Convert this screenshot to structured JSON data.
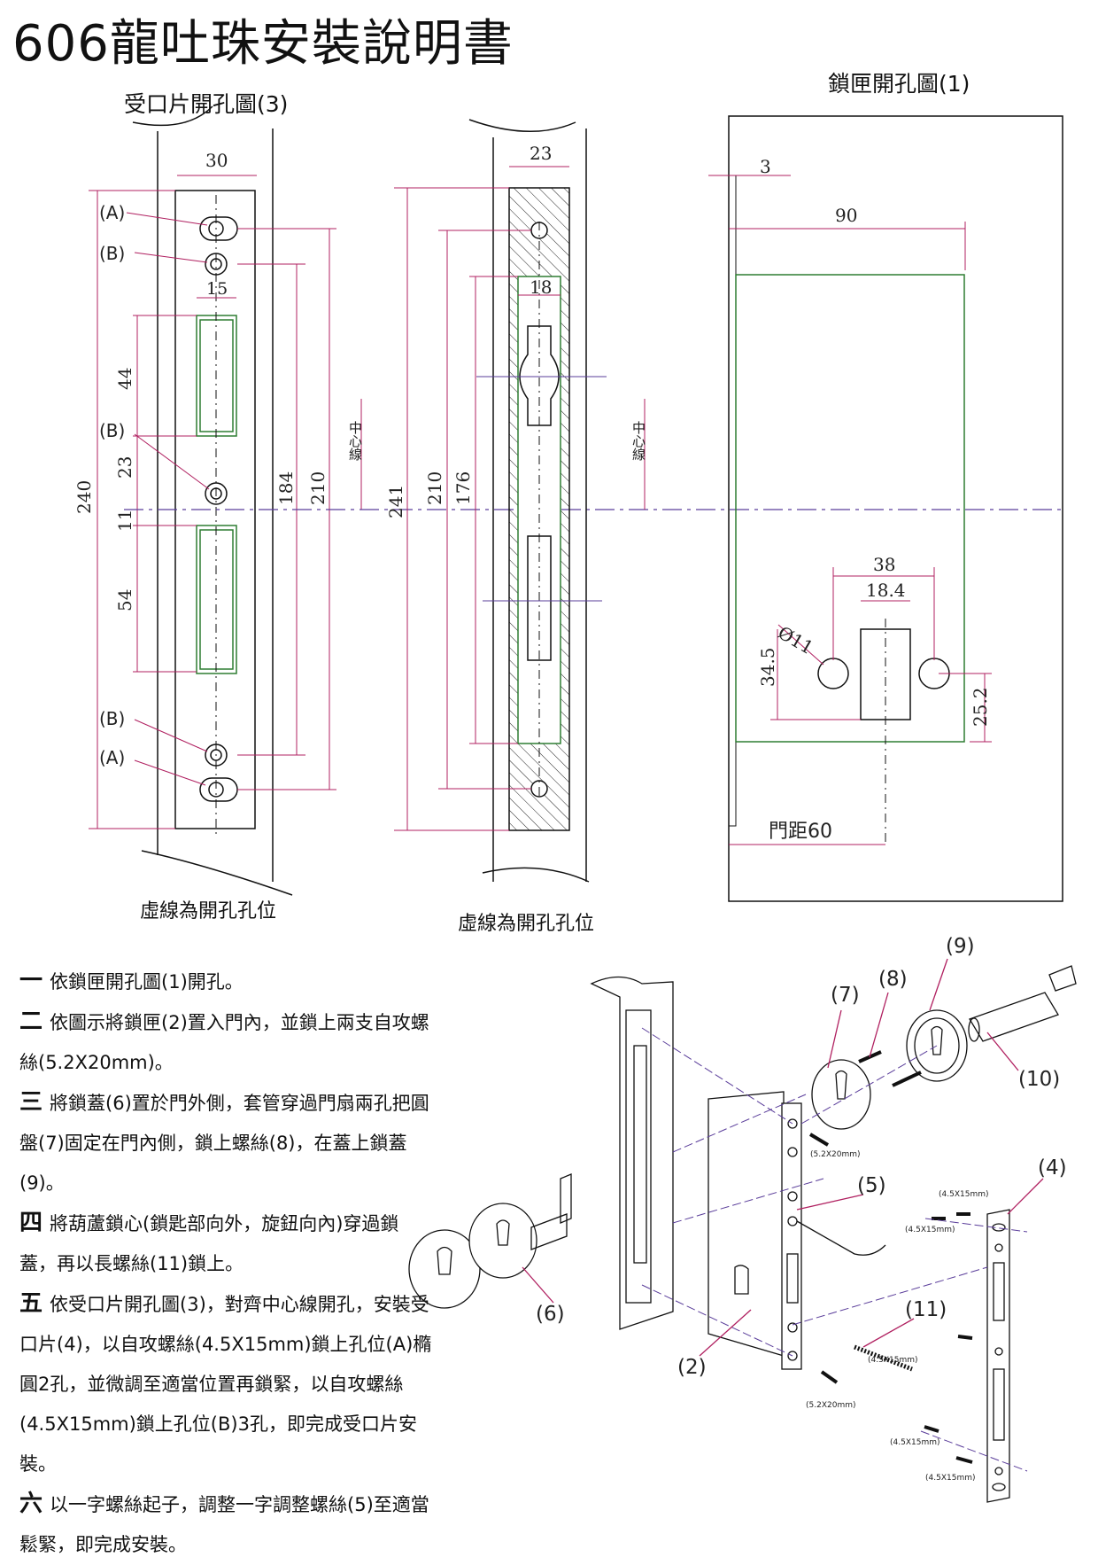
{
  "title": "606龍吐珠安裝說明書",
  "drawings": {
    "strike_plate_title": "受口片開孔圖(3)",
    "mortise_title": "鎖匣開孔圖(1)",
    "caption_left": "虛線為開孔孔位",
    "caption_mid": "虛線為開孔孔位",
    "center_line": "中心線",
    "backset_label": "門距60",
    "hole_labels": [
      "(A)",
      "(B)",
      "(B)",
      "(B)",
      "(A)"
    ],
    "dims_left": [
      "30",
      "15",
      "44",
      "23",
      "11",
      "54",
      "240",
      "184",
      "210"
    ],
    "dims_mid": [
      "23",
      "18",
      "241",
      "210",
      "176"
    ],
    "dims_right": [
      "3",
      "90",
      "38",
      "18.4",
      "Ø11",
      "34.5",
      "25.2"
    ]
  },
  "exploded": {
    "callouts": [
      "(9)",
      "(8)",
      "(7)",
      "(10)",
      "(4)",
      "(5)",
      "(11)",
      "(6)",
      "(2)"
    ],
    "screws": [
      "(5.2X20mm)",
      "(4.5X15mm)",
      "(4.5X15mm)",
      "(4.5X15mm)",
      "(5.2X20mm)",
      "(4.5X15mm)",
      "(4.5X15mm)"
    ]
  },
  "steps": [
    {
      "num": "一",
      "text": "依鎖匣開孔圖(1)開孔。"
    },
    {
      "num": "二",
      "text": "依圖示將鎖匣(2)置入門內，並鎖上兩支自攻螺絲(5.2X20mm)。"
    },
    {
      "num": "三",
      "text": "將鎖蓋(6)置於門外側，套管穿過門扇兩孔把圓盤(7)固定在門內側，鎖上螺絲(8)，在蓋上鎖蓋(9)。"
    },
    {
      "num": "四",
      "text": "將葫蘆鎖心(鎖匙部向外，旋鈕向內)穿過鎖蓋，再以長螺絲(11)鎖上。"
    },
    {
      "num": "五",
      "text": "依受口片開孔圖(3)，對齊中心線開孔，安裝受口片(4)，以自攻螺絲(4.5X15mm)鎖上孔位(A)橢圓2孔，並微調至適當位置再鎖緊，以自攻螺絲(4.5X15mm)鎖上孔位(B)3孔，即完成受口片安裝。"
    },
    {
      "num": "六",
      "text": "以一字螺絲起子，調整一字調整螺絲(5)至適當鬆緊，即完成安裝。"
    }
  ]
}
